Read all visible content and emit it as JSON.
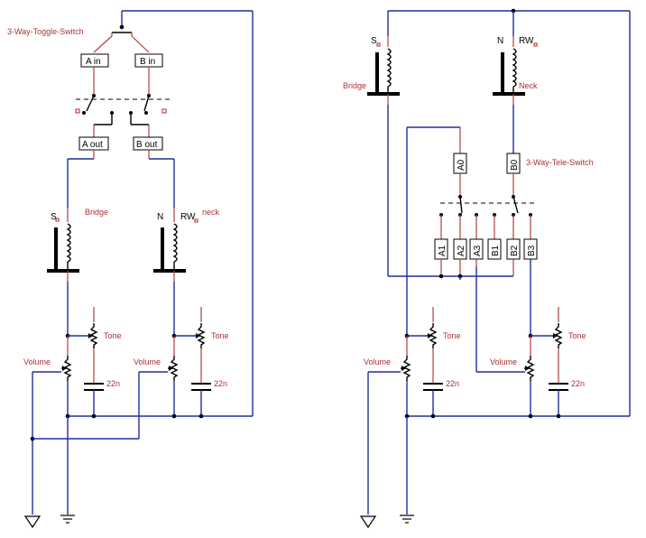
{
  "left": {
    "toggle_switch_label": "3-Way-Toggle-Switch",
    "a_in": "A in",
    "b_in": "B in",
    "a_out": "A out",
    "b_out": "B out",
    "bridge_pickup": {
      "pole_label": "S",
      "name": "Bridge"
    },
    "neck_pickup": {
      "pole_label": "N",
      "rw_label": "RW",
      "name": "neck"
    },
    "tone_label_1": "Tone",
    "tone_label_2": "Tone",
    "volume_label_1": "Volume",
    "volume_label_2": "Volume",
    "cap_label_1": "22n",
    "cap_label_2": "22n"
  },
  "right": {
    "tele_switch_label": "3-Way-Tele-Switch",
    "bridge_pickup": {
      "pole_label": "S",
      "name": "Bridge"
    },
    "neck_pickup": {
      "pole_label": "N",
      "rw_label": "RW",
      "name": "Neck"
    },
    "a0": "A0",
    "b0": "B0",
    "a_terminals": [
      "A1",
      "A2",
      "A3"
    ],
    "b_terminals": [
      "B1",
      "B2",
      "B3"
    ],
    "tone_label_1": "Tone",
    "tone_label_2": "Tone",
    "volume_label_1": "Volume",
    "volume_label_2": "Volume",
    "cap_label_1": "22n",
    "cap_label_2": "22n"
  }
}
